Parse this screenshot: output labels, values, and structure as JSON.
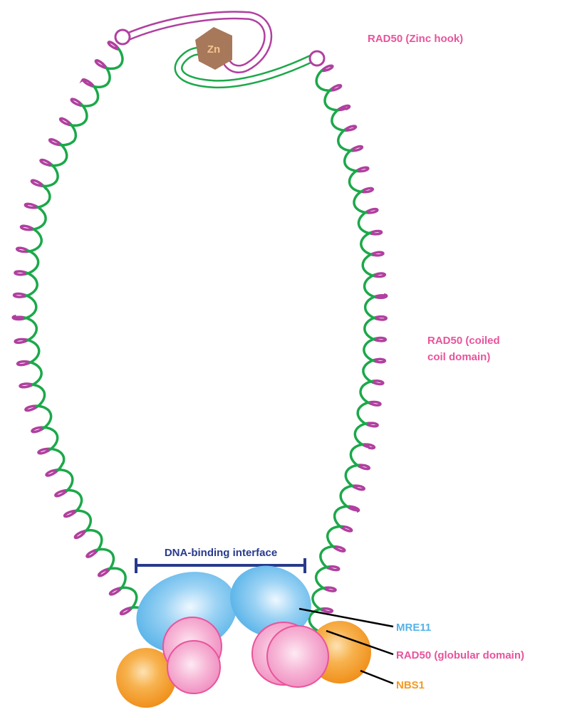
{
  "colors": {
    "rad50": "#e8549c",
    "mre11": "#55b2e8",
    "nbs1": "#f39a22",
    "dna_interface": "#283a8c",
    "zinc": "#a8785a",
    "strand_magenta": "#b0409f",
    "strand_green": "#1ca84a",
    "leader": "#000000"
  },
  "labels": {
    "zinc_hook": "RAD50  (Zinc hook)",
    "coiled_coil_line1": "RAD50 (coiled",
    "coiled_coil_line2": "coil domain)",
    "dna_binding": "DNA-binding interface",
    "mre11": "MRE11",
    "rad50_globular": "RAD50 (globular domain)",
    "nbs1": "NBS1",
    "zn": "Zn"
  }
}
